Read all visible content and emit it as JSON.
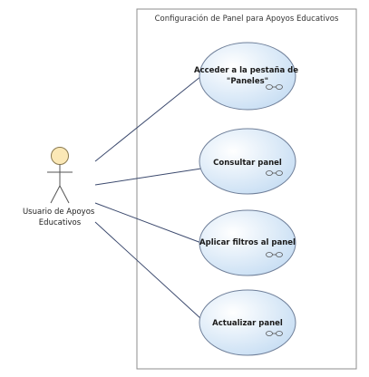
{
  "diagram": {
    "system": {
      "title": "Configuración de Panel para Apoyos Educativos"
    },
    "actor": {
      "name_line1": "Usuario de Apoyos",
      "name_line2": "Educativos"
    },
    "use_cases": [
      {
        "line1": "Acceder a la pestaña de",
        "line2": "\"Paneles\""
      },
      {
        "line1": "Consultar panel",
        "line2": ""
      },
      {
        "line1": "Aplicar filtros al panel",
        "line2": ""
      },
      {
        "line1": "Actualizar panel",
        "line2": ""
      }
    ]
  },
  "colors": {
    "boundary_stroke": "#8c8c8c",
    "line": "#3c4a6e",
    "usecase_fill_light": "#ffffff",
    "usecase_fill_dark": "#c6ddf3",
    "usecase_stroke": "#6f7f99",
    "actor_head_fill": "#fbe8b6",
    "actor_head_stroke": "#8a7a50"
  },
  "icons": [
    "use-case-rake-icon"
  ]
}
